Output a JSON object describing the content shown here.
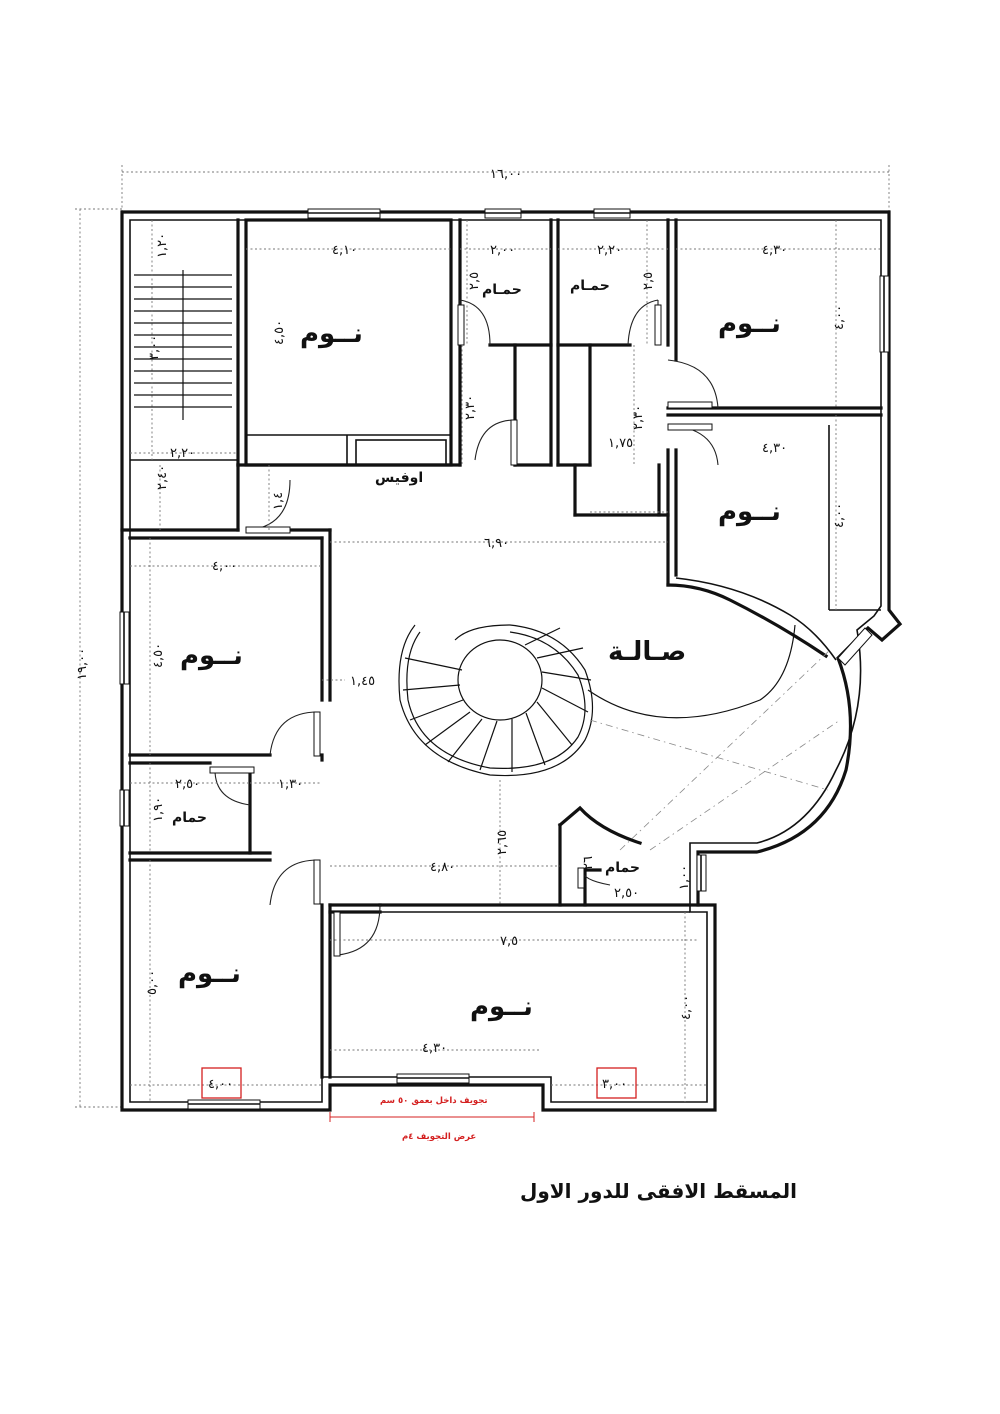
{
  "plan": {
    "title": "المسقط الافقى للدور الاول",
    "overall_width": "١٦,٠٠",
    "overall_height": "١٩,٠٠",
    "rooms": {
      "bed_top_center": "نــوم",
      "bath_top_left": "حمـام",
      "bath_top_right": "حمـام",
      "bed_top_right": "نــوم",
      "bed_right_mid": "نــوم",
      "office": "اوفيس",
      "bed_left_mid": "نــوم",
      "hall": "صـالـة",
      "bath_left": "حمام",
      "bath_right": "حمام",
      "bed_bottom_left": "نــوم",
      "bed_bottom_right": "نــوم"
    },
    "dims": {
      "top_41": "٤,١٠",
      "top_20": "٢,٠٠",
      "top_22": "٢,٢٠",
      "top_43": "٤,٣٠",
      "stair_12": "١,٢٠",
      "stair_30": "٣,٠٠",
      "stair_22": "٢,٢٠",
      "stair_24": "٢,٤٠",
      "bed_45": "٤,٥٠",
      "bath_25a": "٢,٥",
      "bath_25b": "٢,٥",
      "corr_23": "٢,٣٠",
      "corr_23b": "٢,٣٠",
      "corr_175": "١,٧٥",
      "right_40a": "٤,٠٠",
      "right_43b": "٤,٣٠",
      "right_40b": "٤,٠٠",
      "d_14": "١,٤",
      "hall_69": "٦,٩٠",
      "left_40": "٤,٠٠",
      "left_45": "٤,٥٠",
      "hall_145": "١,٤٥",
      "bath_25c": "٢,٥٠",
      "bath_13": "١,٣٠",
      "bath_19": "١,٩٠",
      "hall_265": "٢,٦٥",
      "hall_48": "٤,٨٠",
      "bath_26": "٢٦",
      "bath_10": "١,٠٠",
      "bath_25d": "٢,٥٠",
      "bot_75": "٧,٥",
      "bot_50": "٥,٠٠",
      "bot_40": "٤,٠٠",
      "bot_43": "٤,٣٠",
      "bot_400": "٤,٠٠",
      "bot_300": "٣,٠٠"
    },
    "notes": {
      "recess_depth": "تجويف داخل بعمق ٥٠ سم",
      "recess_width": "عرض التجويف ٤م"
    }
  }
}
